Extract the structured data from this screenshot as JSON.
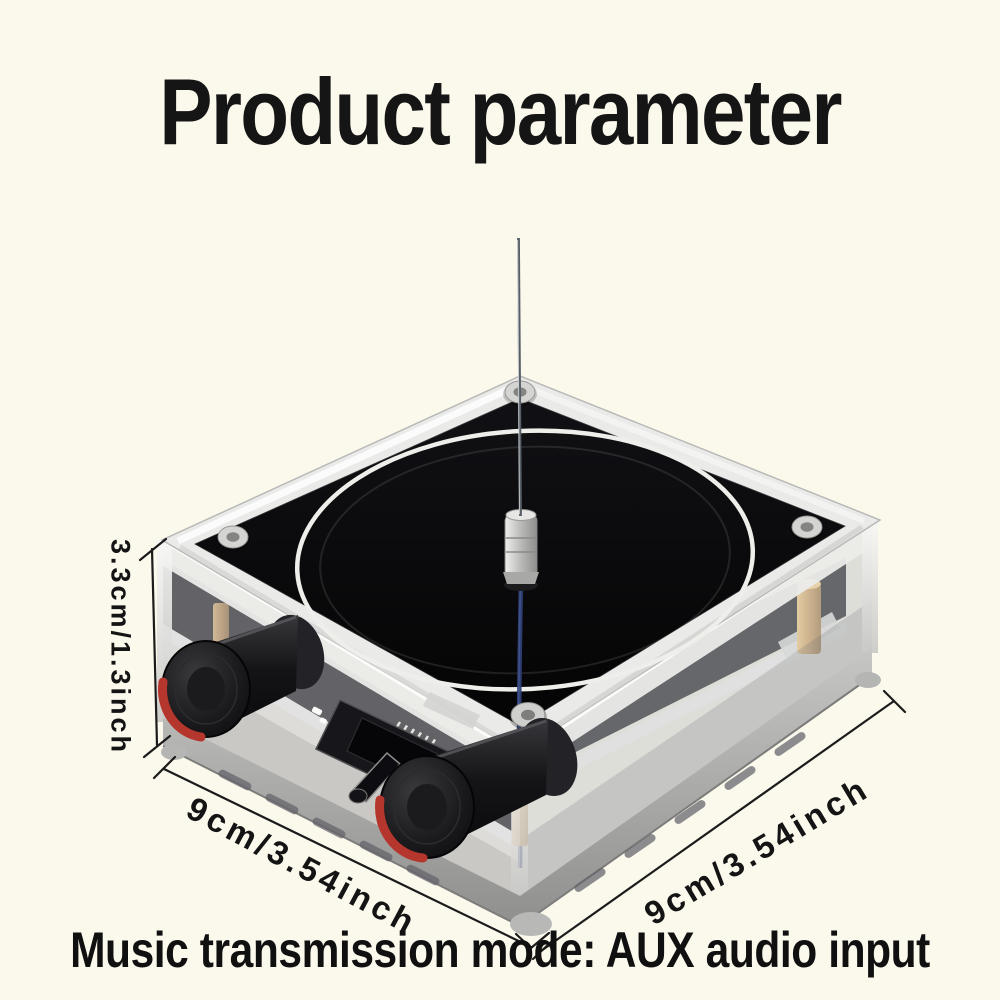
{
  "page": {
    "title": "Product parameter",
    "footer_note": "Music transmission mode: AUX audio input",
    "background_color": "#fbf8ec"
  },
  "dimensions": {
    "height": "3.3cm/1.3inch",
    "width": "9cm/3.54inch",
    "depth": "9cm/3.54inch"
  },
  "colors": {
    "heading_text": "#151515",
    "annotation_text": "#141414",
    "dimension_line": "#1b1b1b",
    "panel_black": "#060608",
    "acrylic_gray": "#eaeae8",
    "base_gray": "#a9a9a7",
    "knob_indicator_red": "#b5362c",
    "brass_standoff": "#bd8f52",
    "wire_blue": "#2e3f76",
    "coil_ring_white": "#eeeeea"
  }
}
